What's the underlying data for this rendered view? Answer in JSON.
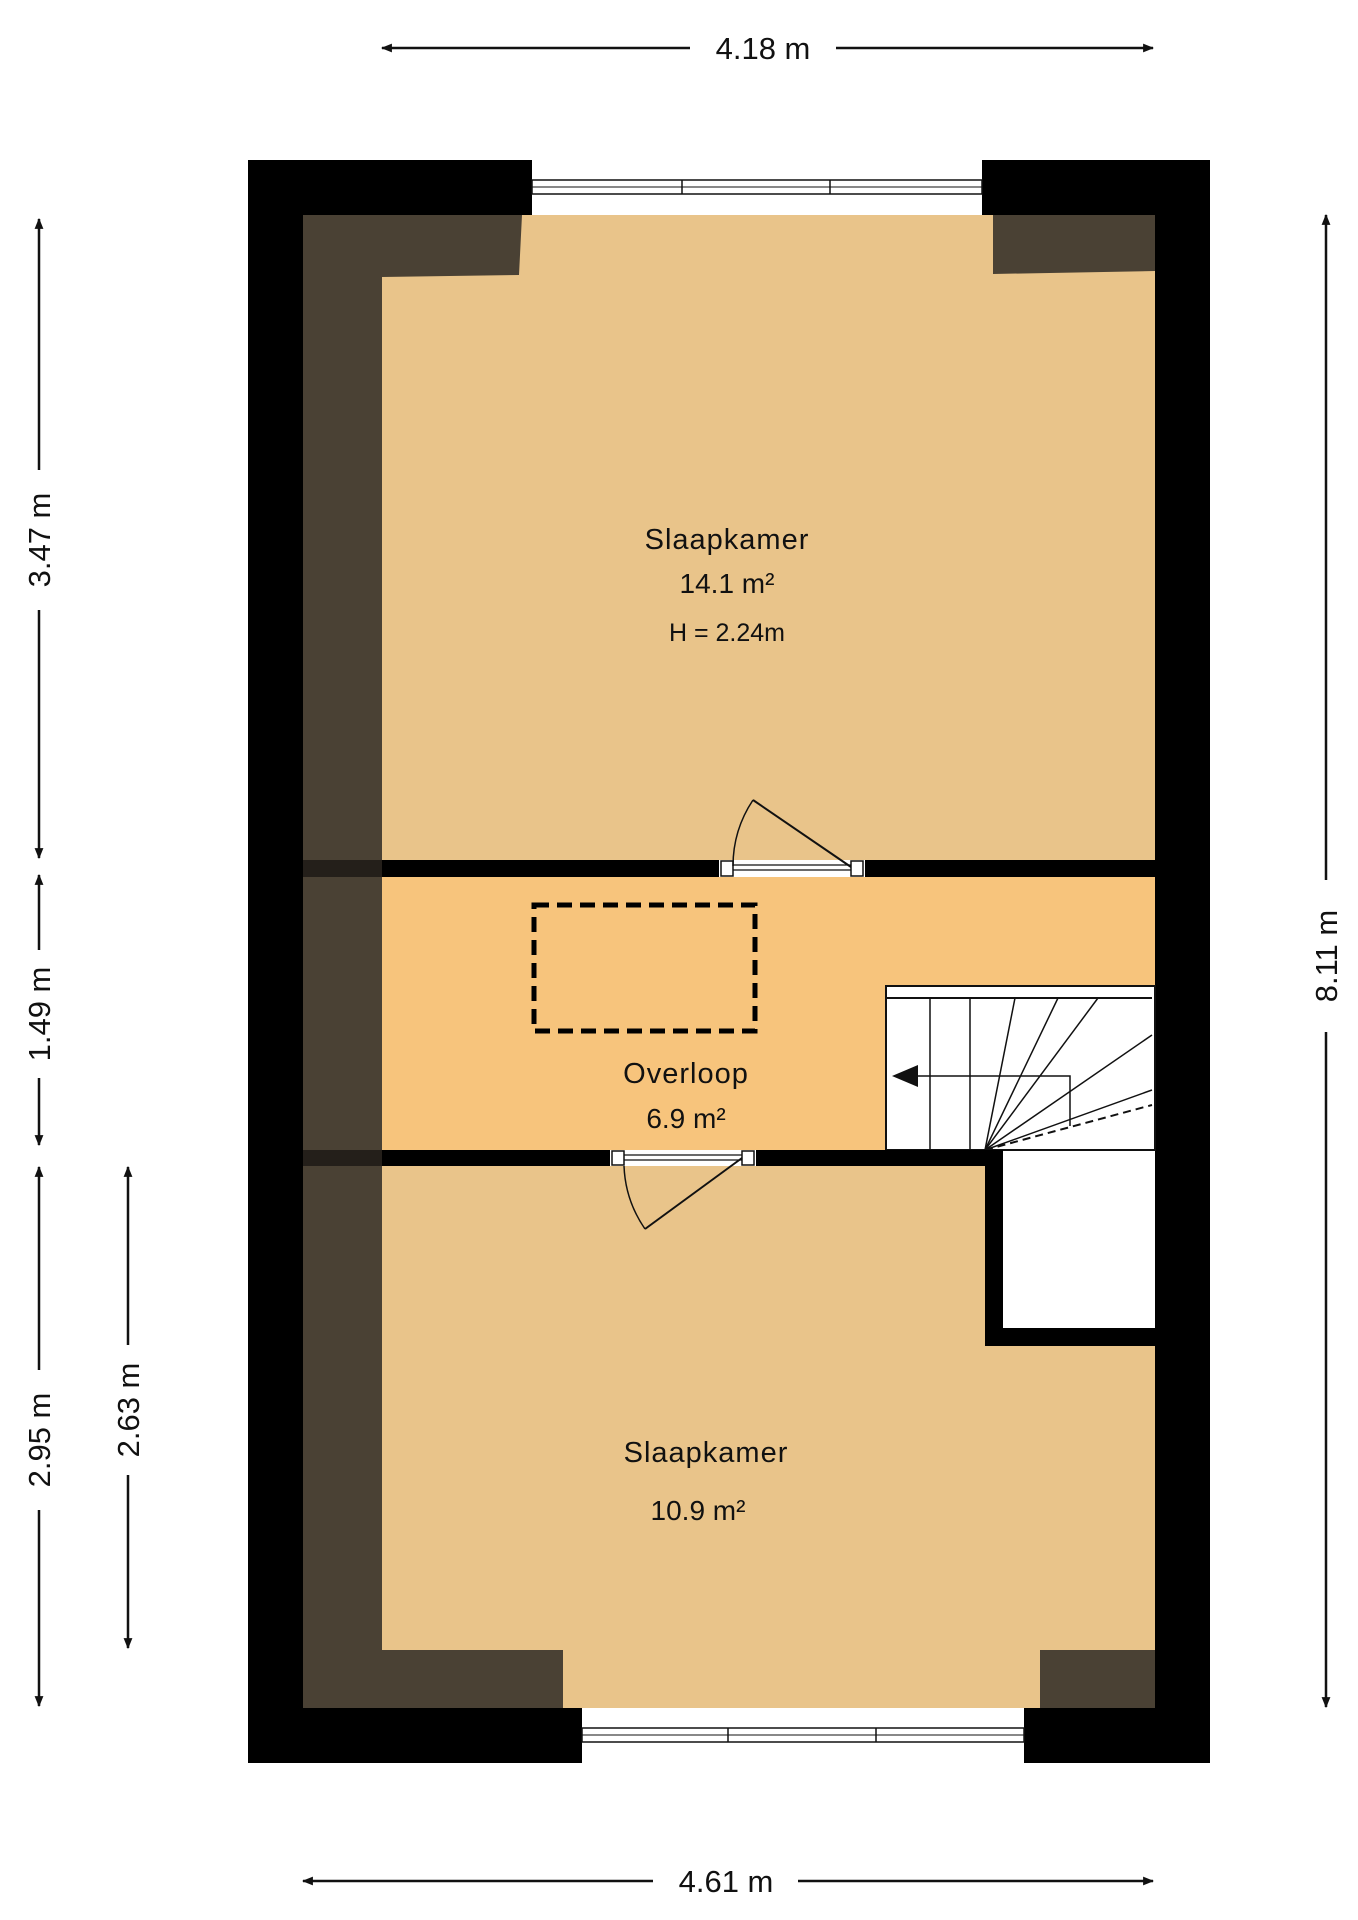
{
  "colors": {
    "wall": "#000000",
    "floor_bedroom": "#e9c48a",
    "floor_landing": "#f7c47c",
    "slope_shade": "#4a4134",
    "background": "#ffffff",
    "stair": "#ffffff",
    "line": "#111111"
  },
  "rooms": {
    "bedroom_top": {
      "name": "Slaapkamer",
      "area": "14.1 m²",
      "height": "H = 2.24m"
    },
    "landing": {
      "name": "Overloop",
      "area": "6.9 m²"
    },
    "bedroom_bottom": {
      "name": "Slaapkamer",
      "area": "10.9 m²"
    }
  },
  "dimensions": {
    "top": "4.18 m",
    "bottom": "4.61 m",
    "right_total": "8.11 m",
    "left_top": "3.47 m",
    "left_middle": "1.49 m",
    "left_bottom": "2.95 m",
    "left_inner": "2.63 m"
  }
}
